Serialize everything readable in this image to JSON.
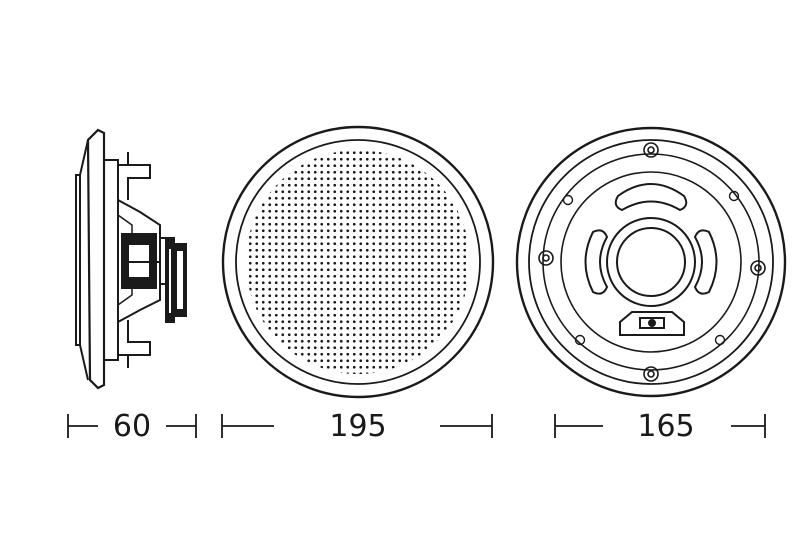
{
  "dimensions": {
    "depth": "60",
    "grille_diameter": "195",
    "cutout_diameter": "165"
  },
  "views": {
    "side": "speaker-side-view",
    "front": "speaker-front-grille-view",
    "rear": "speaker-rear-view"
  },
  "colors": {
    "line": "#1a1a1a",
    "background": "#ffffff"
  }
}
